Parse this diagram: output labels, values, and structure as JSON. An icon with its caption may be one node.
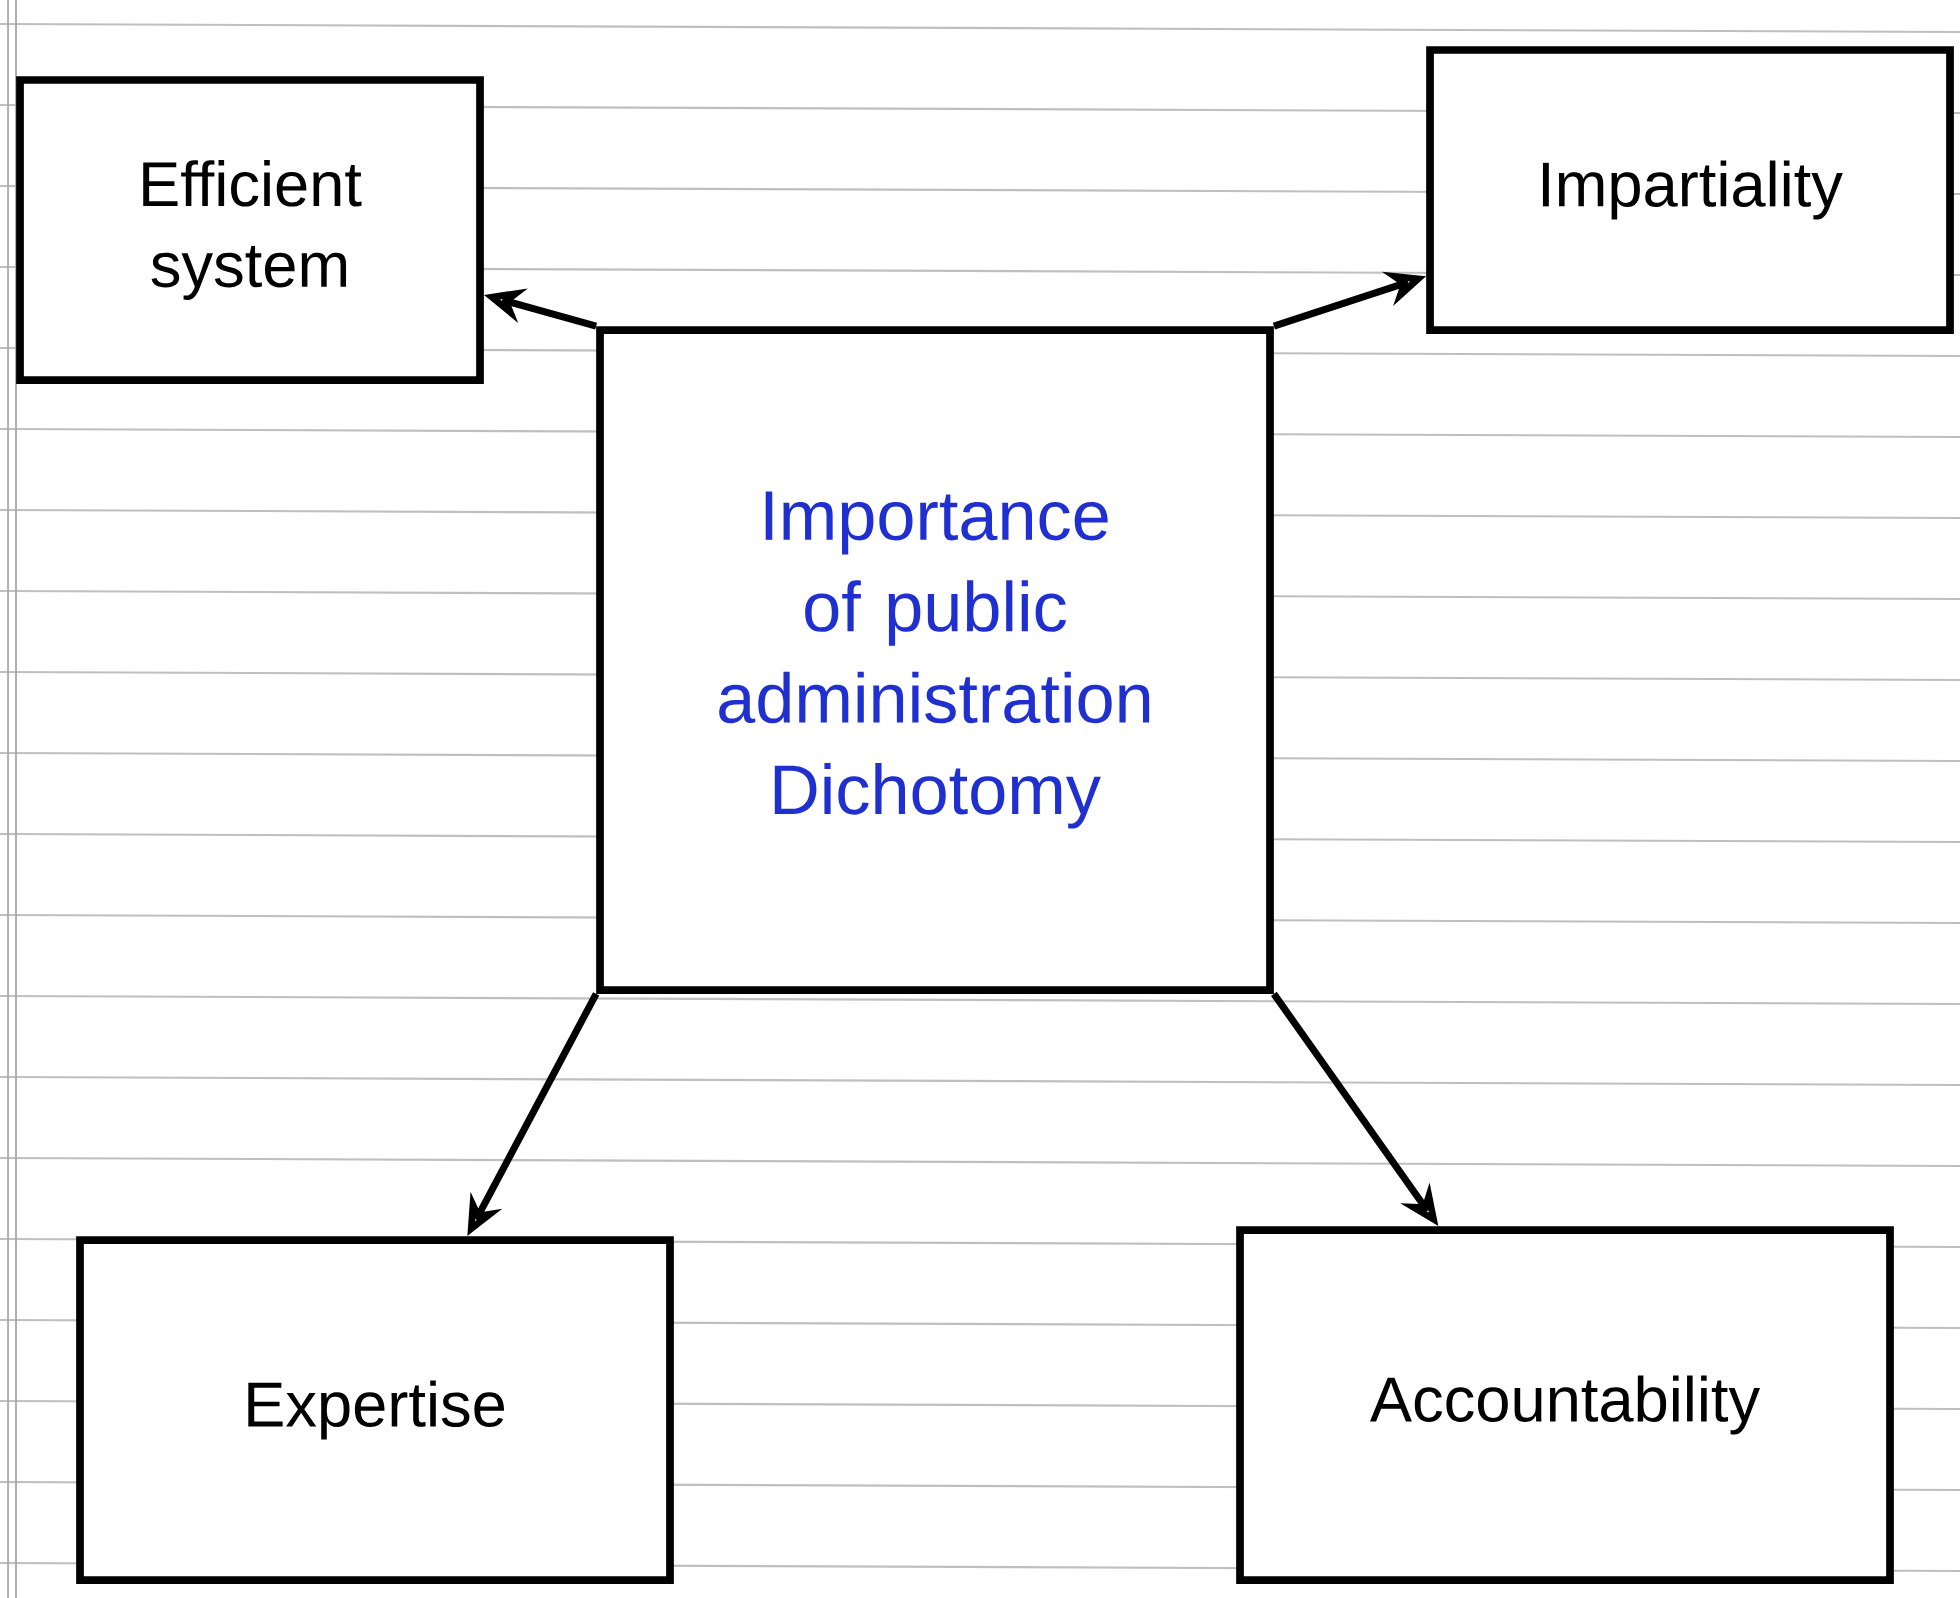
{
  "diagram": {
    "nodes": [
      {
        "text": [
          "Efficient system"
        ]
      },
      {
        "text": [
          "Impartiality"
        ]
      },
      {
        "text": [
          "Importance of public administration Dichotomy"
        ]
      },
      {
        "text": [
          "Expertise"
        ]
      },
      {
        "text": [
          "Accountability"
        ]
      }
    ],
    "edges": [
      {
        "from": 2,
        "to": 0,
        "arrow": "to"
      },
      {
        "from": 2,
        "to": 1,
        "arrow": "to"
      },
      {
        "from": 2,
        "to": 3,
        "arrow": "to"
      },
      {
        "from": 2,
        "to": 4,
        "arrow": "to"
      }
    ]
  }
}
